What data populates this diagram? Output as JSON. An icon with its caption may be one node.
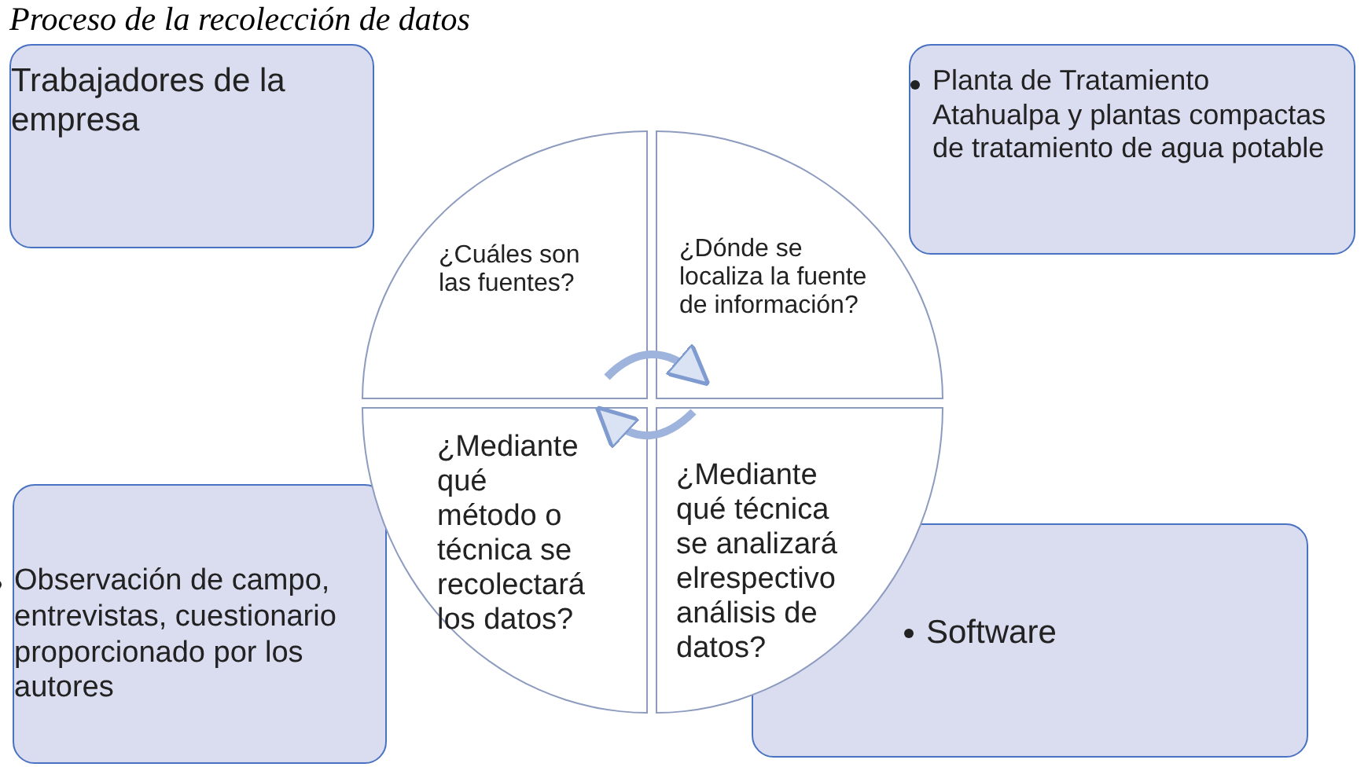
{
  "diagram": {
    "title": "Proceso de la recolección de datos",
    "nodes": [
      {
        "text": [
          "Trabajadores de la empresa"
        ]
      },
      {
        "text": [
          "Planta de Tratamiento Atahualpa y plantas compactas de tratamiento de agua potable"
        ]
      },
      {
        "text": [
          "¿Cuáles son las fuentes?"
        ]
      },
      {
        "text": [
          "¿Dónde se localiza la fuente de información?"
        ]
      },
      {
        "text": [
          "¿Mediante qué método o técnica se recolectará los datos?"
        ]
      },
      {
        "text": [
          "¿Mediante qué técnica se analizará elrespectivo análisis de datos?"
        ]
      },
      {
        "text": [
          "Observación de campo, entrevistas, cuestionario proporcionado por los autores"
        ]
      },
      {
        "text": [
          "Software"
        ]
      }
    ],
    "edges": [
      {
        "from": 2,
        "to": 3,
        "arrow": "to"
      },
      {
        "from": 5,
        "to": 4,
        "arrow": "to"
      }
    ]
  }
}
